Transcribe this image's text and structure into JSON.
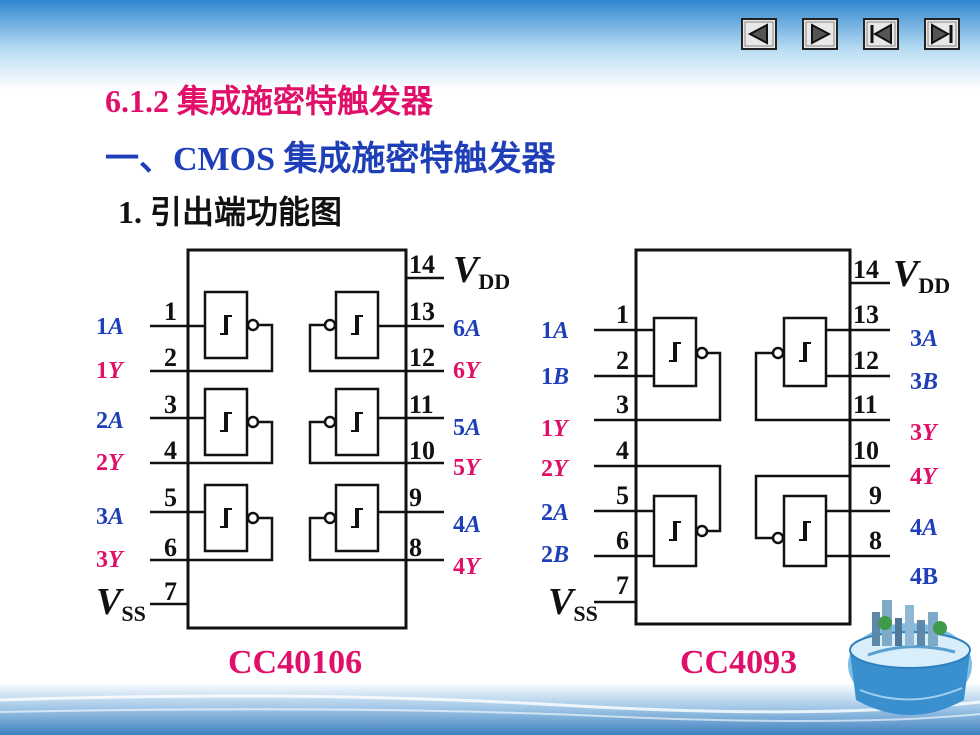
{
  "colors": {
    "accent_red": "#e0106a",
    "accent_blue": "#1e3fb8",
    "line": "#111111"
  },
  "nav": {
    "buttons": [
      {
        "name": "previous-button",
        "icon": "triangle-left-icon"
      },
      {
        "name": "next-button",
        "icon": "triangle-right-icon"
      },
      {
        "name": "first-button",
        "icon": "skip-first-icon"
      },
      {
        "name": "last-button",
        "icon": "skip-last-icon"
      }
    ]
  },
  "heading": {
    "section": "6.1.2 集成施密特触发器",
    "subsection": "一、CMOS 集成施密特触发器",
    "item": "1. 引出端功能图"
  },
  "chips": [
    {
      "name": "CC40106",
      "supply_top": "V",
      "supply_top_sub": "DD",
      "supply_bottom": "V",
      "supply_bottom_sub": "SS",
      "pins": [
        "1",
        "2",
        "3",
        "4",
        "5",
        "6",
        "7",
        "8",
        "9",
        "10",
        "11",
        "12",
        "13",
        "14"
      ],
      "left_labels": [
        {
          "num": "1",
          "letter": "A",
          "color": "blue"
        },
        {
          "num": "1",
          "letter": "Y",
          "color": "red"
        },
        {
          "num": "2",
          "letter": "A",
          "color": "blue"
        },
        {
          "num": "2",
          "letter": "Y",
          "color": "red"
        },
        {
          "num": "3",
          "letter": "A",
          "color": "blue"
        },
        {
          "num": "3",
          "letter": "Y",
          "color": "red"
        }
      ],
      "right_labels": [
        {
          "num": "6",
          "letter": "A",
          "color": "blue"
        },
        {
          "num": "6",
          "letter": "Y",
          "color": "red"
        },
        {
          "num": "5",
          "letter": "A",
          "color": "blue"
        },
        {
          "num": "5",
          "letter": "Y",
          "color": "red"
        },
        {
          "num": "4",
          "letter": "A",
          "color": "blue"
        },
        {
          "num": "4",
          "letter": "Y",
          "color": "red"
        }
      ]
    },
    {
      "name": "CC4093",
      "supply_top": "V",
      "supply_top_sub": "DD",
      "supply_bottom": "V",
      "supply_bottom_sub": "SS",
      "pins": [
        "1",
        "2",
        "3",
        "4",
        "5",
        "6",
        "7",
        "8",
        "9",
        "10",
        "11",
        "12",
        "13",
        "14"
      ],
      "left_labels": [
        {
          "num": "1",
          "letter": "A",
          "color": "blue"
        },
        {
          "num": "1",
          "letter": "B",
          "color": "blue"
        },
        {
          "num": "1",
          "letter": "Y",
          "color": "red"
        },
        {
          "num": "2",
          "letter": "Y",
          "color": "red"
        },
        {
          "num": "2",
          "letter": "A",
          "color": "blue"
        },
        {
          "num": "2",
          "letter": "B",
          "color": "blue"
        }
      ],
      "right_labels": [
        {
          "num": "3",
          "letter": "A",
          "color": "blue"
        },
        {
          "num": "3",
          "letter": "B",
          "color": "blue"
        },
        {
          "num": "3",
          "letter": "Y",
          "color": "red"
        },
        {
          "num": "4",
          "letter": "Y",
          "color": "red"
        },
        {
          "num": "4",
          "letter": "A",
          "color": "blue"
        },
        {
          "num": "4",
          "letter": "B",
          "color": "blue"
        }
      ]
    }
  ]
}
